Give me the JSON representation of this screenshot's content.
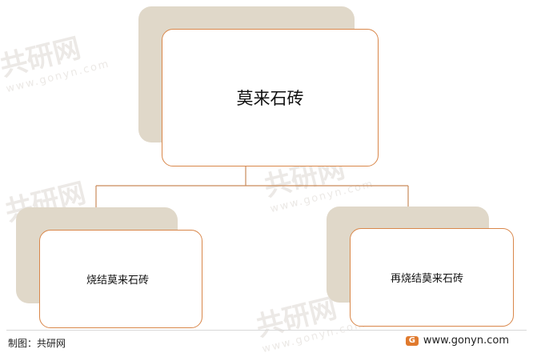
{
  "diagram": {
    "root": {
      "label": "莫来石砖"
    },
    "children": [
      {
        "label": "烧结莫来石砖"
      },
      {
        "label": "再烧结莫来石砖"
      }
    ]
  },
  "colors": {
    "card_border": "#d9874a",
    "shadow": "#e0d8c9",
    "connector": "#c98a5a",
    "logo": "#e07a2e"
  },
  "watermark": {
    "brand": "共研网",
    "domain": "www.gonyn.com"
  },
  "footer": {
    "source": "制图：共研网",
    "site": "www.gonyn.com",
    "logo_icon": "g-logo-icon"
  }
}
